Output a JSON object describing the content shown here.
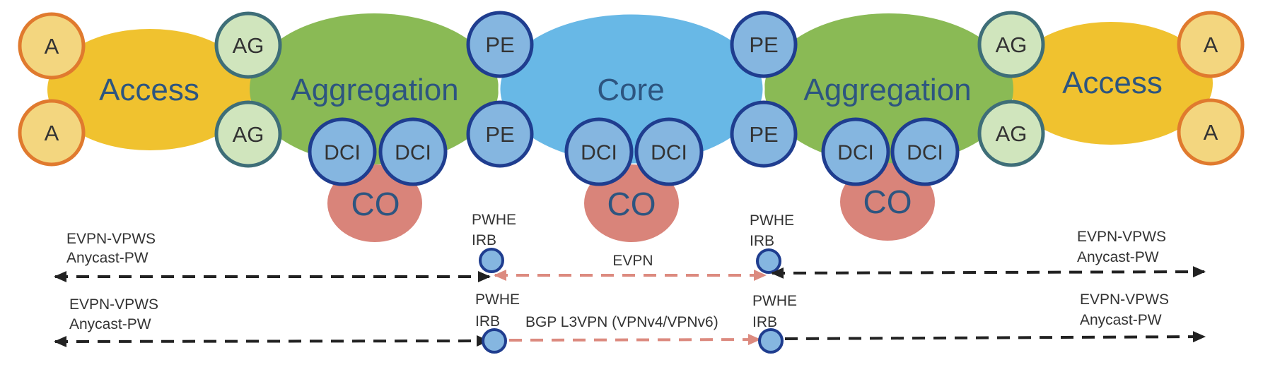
{
  "colors": {
    "access_fill": "#f0c22f",
    "aggregation_fill": "#8aba55",
    "core_fill": "#68b8e6",
    "co_fill": "#d9847a",
    "zone_text": "#2d5580",
    "a_fill": "#f3d67f",
    "a_stroke": "#e07a2e",
    "ag_fill": "#d0e5bd",
    "ag_stroke": "#3e6e78",
    "blue_node_fill": "#85b6e0",
    "blue_node_stroke": "#1f3d8f",
    "black_line": "#222222",
    "salmon_line": "#dc8a7f"
  },
  "zones": {
    "access_left": "Access",
    "aggregation_left": "Aggregation",
    "core": "Core",
    "aggregation_right": "Aggregation",
    "access_right": "Access",
    "co_left": "CO",
    "co_core": "CO",
    "co_right": "CO"
  },
  "nodes": {
    "a": "A",
    "ag": "AG",
    "pe": "PE",
    "dci": "DCI"
  },
  "flows": [
    {
      "left_label_line1": "EVPN-VPWS",
      "left_label_line2": "Anycast-PW",
      "left_endpoint_line1": "PWHE",
      "left_endpoint_line2": "IRB",
      "middle_label": "EVPN",
      "right_endpoint_line1": "PWHE",
      "right_endpoint_line2": "IRB",
      "right_label_line1": "EVPN-VPWS",
      "right_label_line2": "Anycast-PW"
    },
    {
      "left_label_line1": "EVPN-VPWS",
      "left_label_line2": "Anycast-PW",
      "left_endpoint_line1": "PWHE",
      "left_endpoint_line2": "IRB",
      "middle_label": "BGP L3VPN (VPNv4/VPNv6)",
      "right_endpoint_line1": "PWHE",
      "right_endpoint_line2": "IRB",
      "right_label_line1": "EVPN-VPWS",
      "right_label_line2": "Anycast-PW"
    }
  ]
}
